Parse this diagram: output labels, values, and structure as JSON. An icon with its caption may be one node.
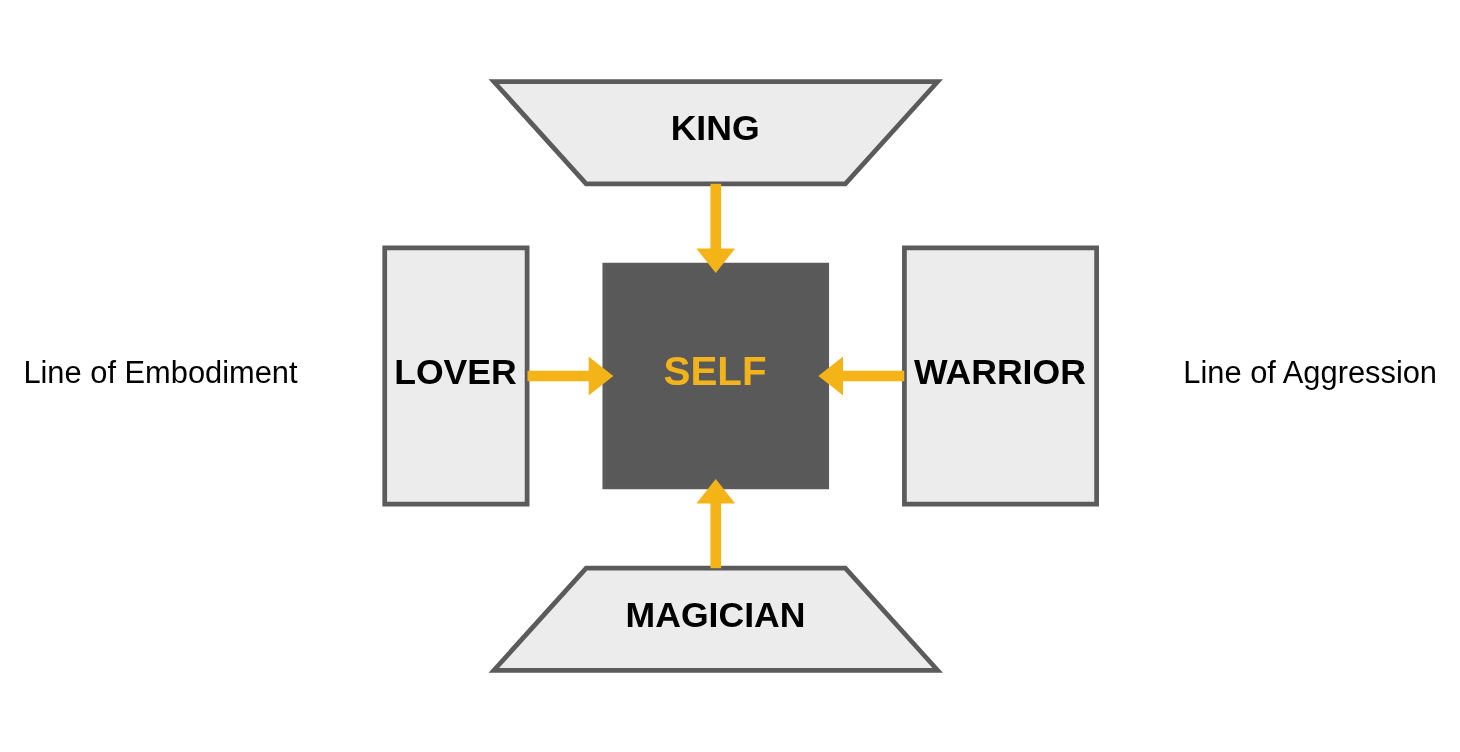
{
  "diagram": {
    "nodes": [
      {
        "text": [
          "KING"
        ]
      },
      {
        "text": [
          "LOVER"
        ]
      },
      {
        "text": [
          "SELF"
        ]
      },
      {
        "text": [
          "WARRIOR"
        ]
      },
      {
        "text": [
          "MAGICIAN"
        ]
      }
    ],
    "edges": [
      {
        "from": 0,
        "to": 2,
        "arrow": "to"
      },
      {
        "from": 1,
        "to": 2,
        "arrow": "to"
      },
      {
        "from": 3,
        "to": 2,
        "arrow": "to"
      },
      {
        "from": 4,
        "to": 2,
        "arrow": "to"
      }
    ],
    "labels": [
      "Line of Embodiment",
      "Line of Aggression"
    ]
  }
}
